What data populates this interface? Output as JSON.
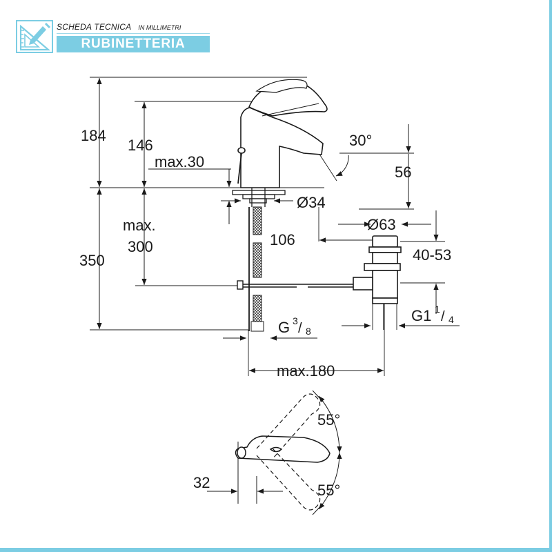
{
  "header": {
    "logo_icon": "ruler-pencil-icon",
    "title": "SCHEDA TECNICA",
    "subtitle": "IN MILLIMETRI",
    "badge": "RUBINETTERIA",
    "accent_color": "#7ccde3"
  },
  "dimensions": {
    "total_height": "184",
    "spout_height": "146",
    "max_thickness": "max.30",
    "spout_angle": "30°",
    "spout_outlet": "56",
    "body_diameter": "Ø34",
    "drain_diameter": "Ø63",
    "drain_offset": "106",
    "drain_range": "40-53",
    "max_label": "max.",
    "max_value": "300",
    "hose_length": "350",
    "hose_thread": "G",
    "hose_thread_frac_num": "3",
    "hose_thread_frac_den": "8",
    "drain_thread": "G1",
    "drain_thread_frac_num": "1",
    "drain_thread_frac_den": "4",
    "max_reach": "max.180",
    "handle_angle_top": "55°",
    "handle_angle_bottom": "55°",
    "handle_width": "32"
  }
}
